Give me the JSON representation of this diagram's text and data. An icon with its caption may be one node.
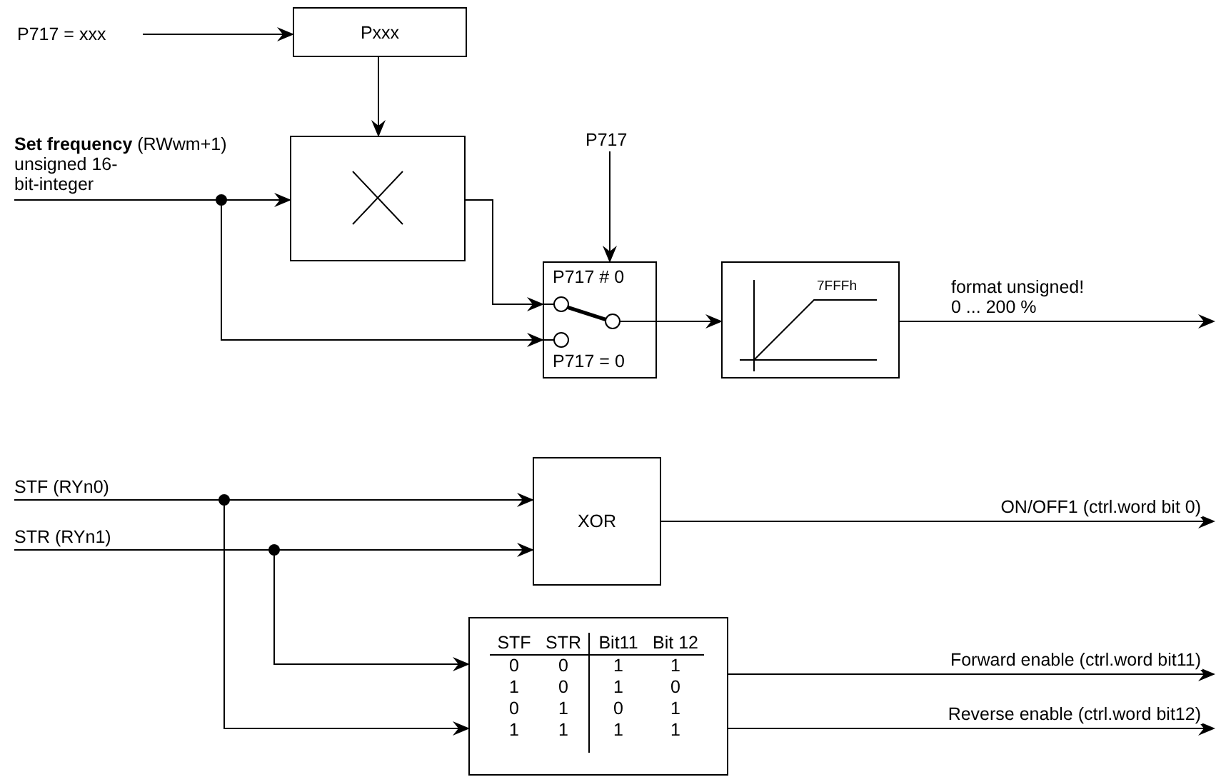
{
  "diagram": {
    "nodes": [
      {
        "text": [
          "P717 = xxx"
        ]
      },
      {
        "text": [
          "Pxxx"
        ]
      },
      {
        "text": [
          "**Set frequency** (RWwm+1)",
          "unsigned 16-bit-integer"
        ]
      },
      {
        "text": [],
        "shape": "box"
      },
      {
        "text": [
          "P717"
        ]
      },
      {
        "text": [
          "P717 # 0",
          "P717 = 0"
        ]
      },
      {
        "text": [
          "7FFFh"
        ]
      },
      {
        "text": [
          "STF (RYn0)"
        ]
      },
      {
        "text": [
          "STR (RYn1)"
        ]
      },
      {
        "text": [
          "XOR"
        ]
      },
      {
        "text": [
          "STF",
          "STR",
          "Bit11",
          "Bit 12",
          "0",
          "0",
          "1",
          "1",
          "1",
          "0",
          "1",
          "0",
          "0",
          "1",
          "0",
          "1",
          "1",
          "1",
          "1",
          "1"
        ]
      }
    ],
    "edges": [
      {
        "from": 0,
        "to": 1,
        "arrow": "to"
      },
      {
        "from": 1,
        "to": 3,
        "arrow": "to"
      },
      {
        "from": 2,
        "to": 3,
        "arrow": "to"
      },
      {
        "from": 2,
        "to": 5,
        "arrow": "to"
      },
      {
        "from": 3,
        "to": 5,
        "arrow": "to"
      },
      {
        "from": 4,
        "to": 5,
        "arrow": "to"
      },
      {
        "from": 5,
        "to": 6,
        "arrow": "to"
      },
      {
        "from": 6,
        "to": null,
        "arrow": "to",
        "label": "format unsigned! 0 ... 200 %"
      },
      {
        "from": 7,
        "to": 9,
        "arrow": "to"
      },
      {
        "from": 8,
        "to": 9,
        "arrow": "to"
      },
      {
        "from": 8,
        "to": 10,
        "arrow": "to"
      },
      {
        "from": 7,
        "to": 10,
        "arrow": "to"
      },
      {
        "from": 9,
        "to": null,
        "arrow": "to",
        "label": "ON/OFF1 (ctrl.word bit 0)"
      },
      {
        "from": 10,
        "to": null,
        "arrow": "to",
        "label": "Forward enable (ctrl.word bit11)"
      },
      {
        "from": 10,
        "to": null,
        "arrow": "to",
        "label": "Reverse enable (ctrl.word bit12)"
      }
    ]
  }
}
